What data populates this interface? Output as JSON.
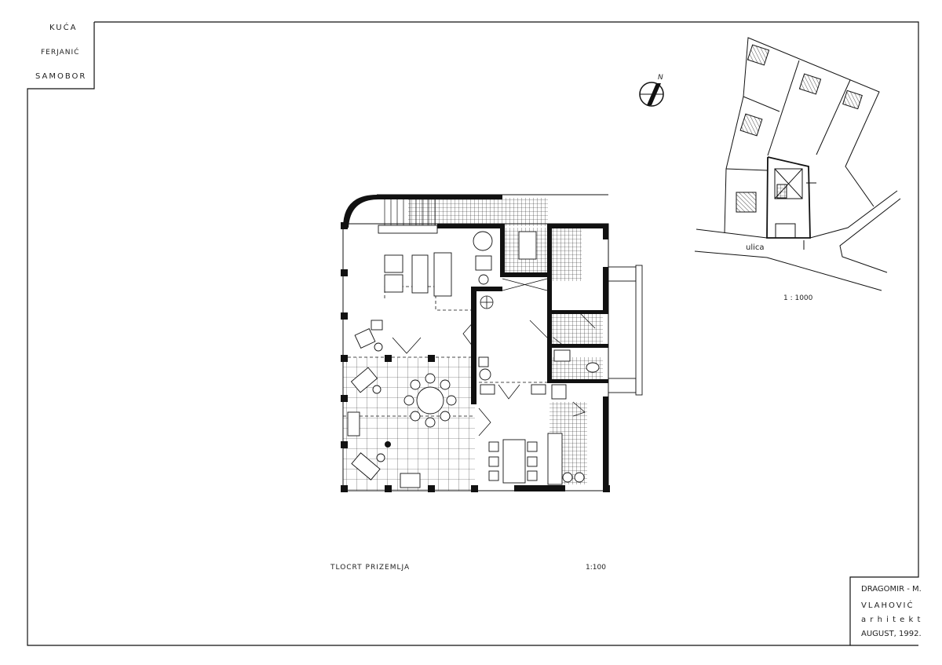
{
  "title_block": {
    "lines": [
      "KUĆA",
      "FERJANIĆ",
      "SAMOBOR"
    ]
  },
  "plan": {
    "title": "TLOCRT  PRIZEMLJA",
    "scale": "1:100"
  },
  "compass": {
    "label": "N"
  },
  "site_plan": {
    "street_label": "ulica",
    "scale": "1 : 1000"
  },
  "architect_block": {
    "name_line1": "DRAGOMIR - M.",
    "name_line2": "VLAHOVIĆ",
    "profession": "a r h i t e k t",
    "date": "AUGUST, 1992."
  },
  "colors": {
    "ink": "#111111",
    "paper": "#ffffff"
  }
}
